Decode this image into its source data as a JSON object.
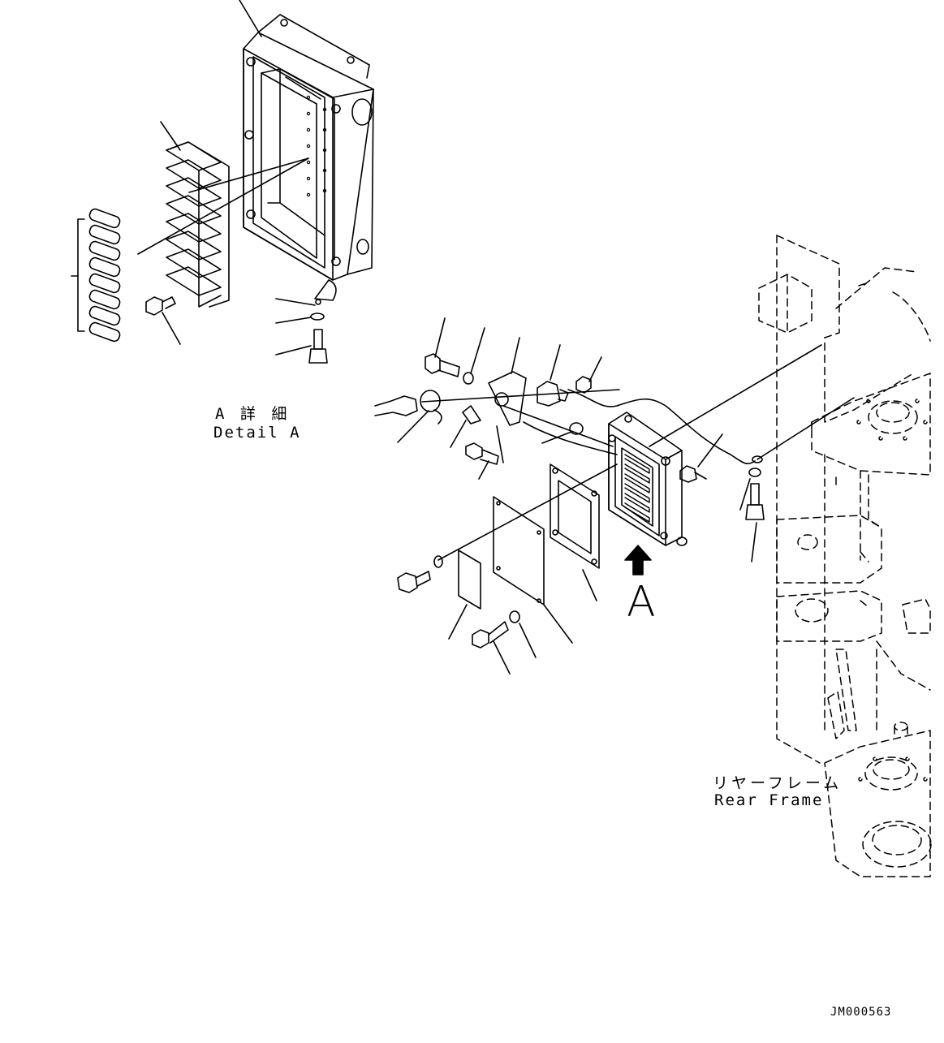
{
  "labels": {
    "detail_jp": "A 詳 細",
    "detail_en": "Detail A",
    "view_letter": "A",
    "rear_frame_jp": "リヤーフレーム",
    "rear_frame_en": "Rear Frame",
    "drawing_code": "JM000563"
  },
  "colors": {
    "line": "#000000",
    "background": "#ffffff"
  }
}
